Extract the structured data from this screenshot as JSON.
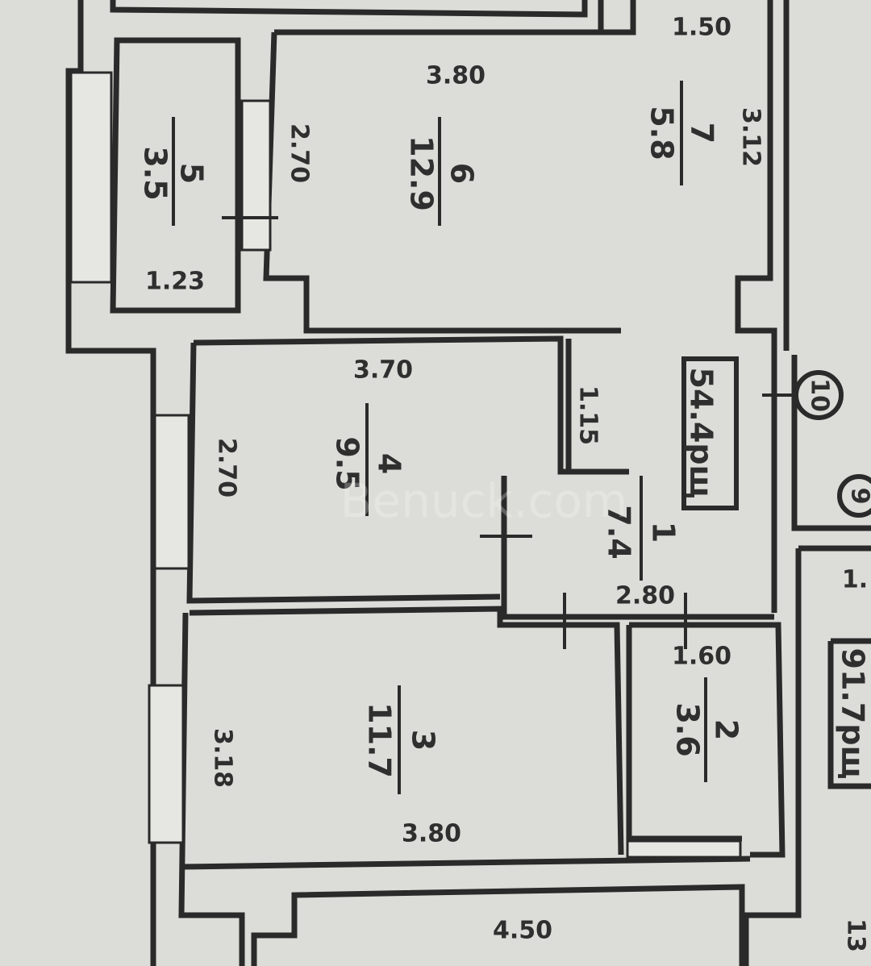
{
  "plan": {
    "watermark": "Benuck.com",
    "total_area_badge": "54.4рщ",
    "neighbor_badge": "91.7рщ",
    "building_numbers": [
      "10",
      "9"
    ],
    "edge_labels": [
      "13",
      "1."
    ],
    "rooms": [
      {
        "number": "1",
        "area": "7.4",
        "dims": [
          "2.80",
          "1.15"
        ]
      },
      {
        "number": "2",
        "area": "3.6",
        "dims": [
          "1.60"
        ]
      },
      {
        "number": "3",
        "area": "11.7",
        "dims": [
          "3.80",
          "3.18"
        ]
      },
      {
        "number": "4",
        "area": "9.5",
        "dims": [
          "3.70",
          "2.70"
        ]
      },
      {
        "number": "5",
        "area": "3.5",
        "dims": [
          "1.23"
        ]
      },
      {
        "number": "6",
        "area": "12.9",
        "dims": [
          "3.80",
          "2.70"
        ]
      },
      {
        "number": "7",
        "area": "5.8",
        "dims": [
          "1.50",
          "3.12"
        ]
      }
    ],
    "extra_dims": [
      "4.50"
    ]
  }
}
